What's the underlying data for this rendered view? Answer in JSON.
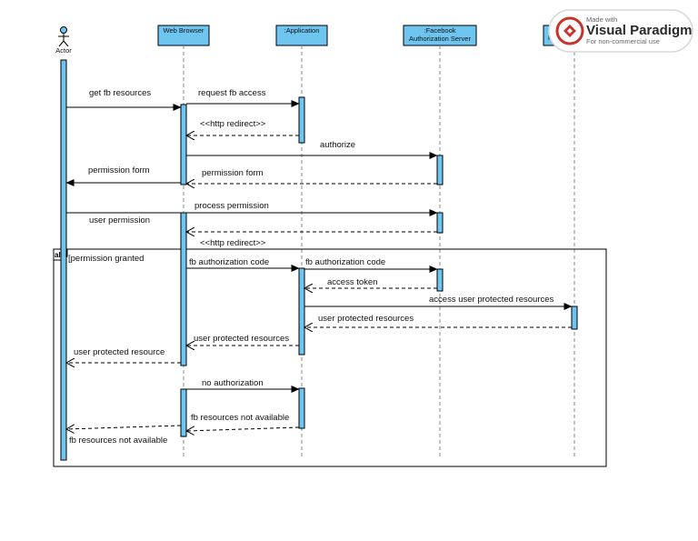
{
  "actor": {
    "label": "Actor"
  },
  "lifelines": [
    {
      "label": "Web Browser"
    },
    {
      "label": ":Application"
    },
    {
      "label_line1": ":Facebook",
      "label_line2": "Authorization Server"
    },
    {
      "label": "R"
    }
  ],
  "messages": [
    "get fb resources",
    "request fb access",
    "<<http redirect>>",
    "authorize",
    "permission form",
    "permission form",
    "process permission",
    "user permission",
    "<<http redirect>>",
    "fb authorization code",
    "fb authorization code",
    "access token",
    "access user protected resources",
    "user protected resources",
    "user protected resources",
    "user protected resource",
    "no authorization",
    "fb resources not available",
    "fb resources not available"
  ],
  "fragment": {
    "operator": "alt",
    "guard": "[permission granted"
  },
  "watermark": {
    "made_with": "Made with",
    "brand": "Visual Paradigm",
    "sub": "For non-commercial use"
  },
  "colors": {
    "lifeline_fill": "#6ec5f0",
    "stroke": "#000000",
    "watermark_red": "#c6352b"
  }
}
